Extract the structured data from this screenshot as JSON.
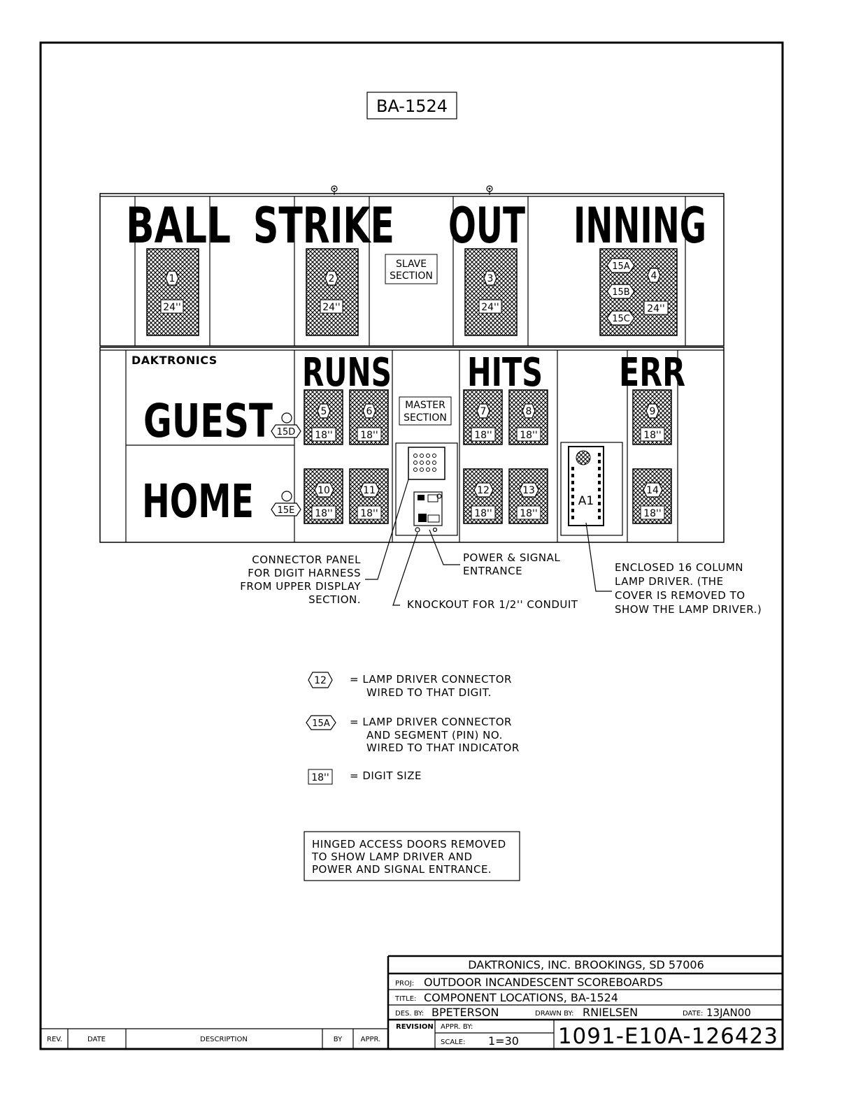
{
  "drawing_id": "BA-1524",
  "upper": {
    "headings": [
      "BALL",
      "STRIKE",
      "OUT",
      "INNING"
    ],
    "section_label": [
      "SLAVE",
      "SECTION"
    ],
    "digits": [
      {
        "connector": "1",
        "size": "24''"
      },
      {
        "connector": "2",
        "size": "24''"
      },
      {
        "connector": "3",
        "size": "24''"
      },
      {
        "connector": "4",
        "size": "24''",
        "segments": [
          "15A",
          "15B",
          "15C"
        ]
      }
    ]
  },
  "lower": {
    "brand": "DAKTRONICS",
    "headings": [
      "RUNS",
      "HITS",
      "ERR"
    ],
    "team_labels": [
      "GUEST",
      "HOME"
    ],
    "indicators": [
      "15D",
      "15E"
    ],
    "section_label": [
      "MASTER",
      "SECTION"
    ],
    "digits_top": [
      {
        "connector": "5",
        "size": "18''"
      },
      {
        "connector": "6",
        "size": "18''"
      },
      {
        "connector": "7",
        "size": "18''"
      },
      {
        "connector": "8",
        "size": "18''"
      },
      {
        "connector": "9",
        "size": "18''"
      }
    ],
    "digits_bottom": [
      {
        "connector": "10",
        "size": "18''"
      },
      {
        "connector": "11",
        "size": "18''"
      },
      {
        "connector": "12",
        "size": "18''"
      },
      {
        "connector": "13",
        "size": "18''"
      },
      {
        "connector": "14",
        "size": "18''"
      }
    ],
    "driver_label": "A1"
  },
  "callouts": {
    "connector_panel": [
      "CONNECTOR PANEL",
      "FOR DIGIT HARNESS",
      "FROM UPPER DISPLAY",
      "SECTION."
    ],
    "power_signal": [
      "POWER & SIGNAL",
      "ENTRANCE"
    ],
    "knockout": "KNOCKOUT FOR 1/2'' CONDUIT",
    "lamp_driver": [
      "ENCLOSED 16 COLUMN",
      "LAMP DRIVER.  (THE",
      "COVER IS REMOVED TO",
      "SHOW THE LAMP DRIVER.)"
    ]
  },
  "legend": [
    {
      "symbol": "12",
      "text": [
        "=  LAMP DRIVER CONNECTOR",
        "WIRED TO THAT DIGIT."
      ]
    },
    {
      "symbol": "15A",
      "text": [
        "=  LAMP DRIVER CONNECTOR",
        "AND SEGMENT (PIN) NO.",
        "WIRED TO THAT INDICATOR"
      ]
    },
    {
      "symbol": "18''",
      "text": [
        "=  DIGIT SIZE"
      ]
    }
  ],
  "access_note": [
    "HINGED ACCESS DOORS REMOVED",
    "TO SHOW LAMP DRIVER AND",
    "POWER AND SIGNAL ENTRANCE."
  ],
  "title_block": {
    "company": "DAKTRONICS, INC.   BROOKINGS, SD 57006",
    "proj_label": "PROJ:",
    "proj": "OUTDOOR INCANDESCENT SCOREBOARDS",
    "title_label": "TITLE:",
    "title": "COMPONENT LOCATIONS, BA-1524",
    "des_label": "DES. BY:",
    "des": "BPETERSON",
    "drawn_label": "DRAWN BY:",
    "drawn": "RNIELSEN",
    "date_label": "DATE:",
    "date": "13JAN00",
    "revision_label": "REVISION",
    "appr_label": "APPR. BY:",
    "scale_label": "SCALE:",
    "scale": "1=30",
    "drawing_number": "1091-E10A-126423"
  },
  "revision_table": {
    "headers": [
      "REV.",
      "DATE",
      "DESCRIPTION",
      "BY",
      "APPR."
    ]
  }
}
